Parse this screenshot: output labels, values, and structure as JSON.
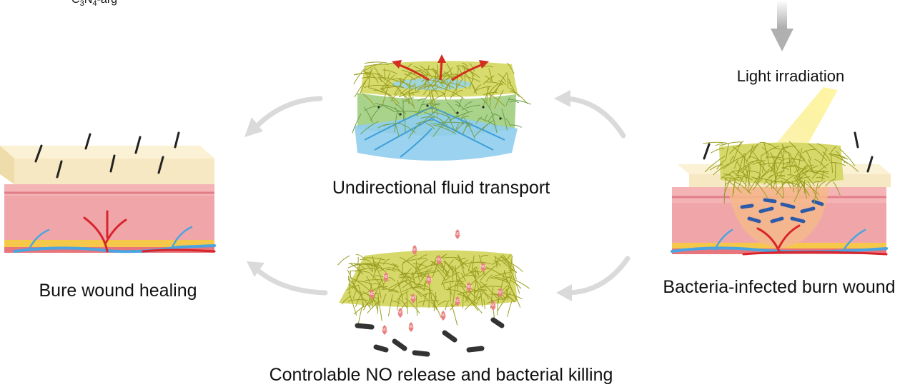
{
  "labels": {
    "top_left_formula": {
      "prefix": "C",
      "sub1": "3",
      "mid": "N",
      "sub2": "4",
      "suffix": "-arg"
    },
    "light_irradiation": "Light irradiation",
    "fluid_transport": "Undirectional fluid transport",
    "healing": "Bure wound healing",
    "infected": "Bacteria-infected burn wound",
    "no_release": "Controlable NO release and bacterial killing",
    "no_marker": "NO"
  },
  "colors": {
    "arrow": "#d8d8d8",
    "epidermis": "#f8ecc9",
    "dermis": "#f0a6a9",
    "dermis_dark": "#e07f86",
    "fat_yellow": "#f5c234",
    "vessel_red": "#d8242d",
    "vessel_blue": "#4aa4e0",
    "fiber": "#c8cc3a",
    "fiber_green": "#9cc77a",
    "water": "#7fc8ec",
    "no_drop": "#e87b7b",
    "bacteria_dark": "#333333",
    "bacteria_blue": "#2c5aa8",
    "light_beam": "#f5e14a"
  }
}
